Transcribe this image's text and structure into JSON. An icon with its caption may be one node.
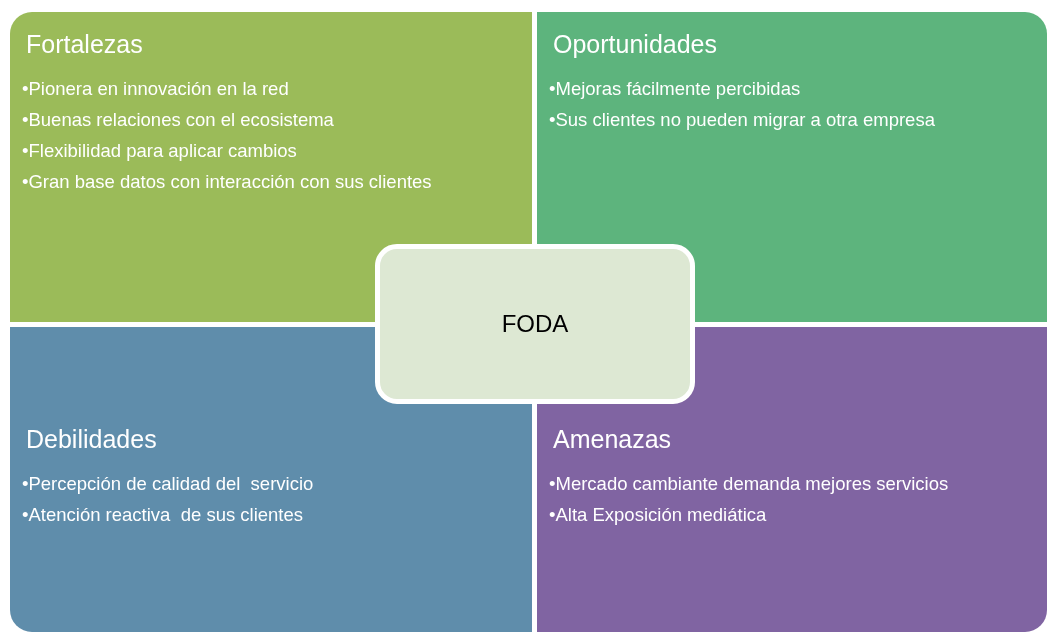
{
  "diagram": {
    "nodes": [
      {
        "text": [
          "Fortalezas",
          "•Pionera en innovación en la red",
          "•Buenas relaciones con el ecosistema",
          "•Flexibilidad para aplicar cambios",
          "•Gran base datos con interacción con sus clientes"
        ]
      },
      {
        "text": [
          "Oportunidades",
          "•Mejoras fácilmente percibidas",
          "•Sus clientes no pueden migrar a otra empresa"
        ]
      },
      {
        "text": [
          "Debilidades",
          "•Percepción de calidad del  servicio",
          "•Atención reactiva  de sus clientes"
        ]
      },
      {
        "text": [
          "Amenazas",
          "•Mercado cambiante demanda mejores servicios",
          "•Alta Exposición mediática"
        ]
      },
      {
        "text": [
          "FODA"
        ]
      }
    ]
  }
}
